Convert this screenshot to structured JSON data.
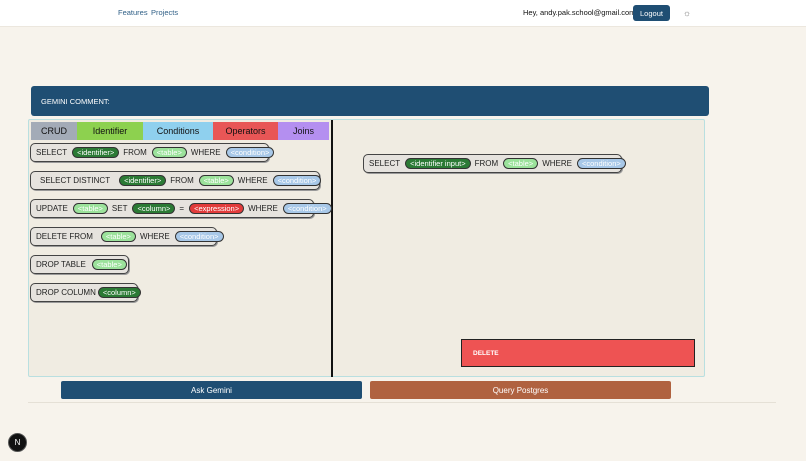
{
  "nav": {
    "features": "Features",
    "projects": "Projects",
    "greeting": "Hey, andy.pak.school@gmail.com!",
    "logout": "Logout",
    "theme_icon": "sun-icon"
  },
  "gemini": {
    "comment_label": "GEMINI COMMENT:"
  },
  "tabs": [
    {
      "label": "CRUD",
      "color": "#a3abb7"
    },
    {
      "label": "Identifier",
      "color": "#8dd14f"
    },
    {
      "label": "Conditions",
      "color": "#8fd0ee"
    },
    {
      "label": "Operators",
      "color": "#e85656"
    },
    {
      "label": "Joins",
      "color": "#b48ff0"
    }
  ],
  "blocks": {
    "select": {
      "kw1": "SELECT",
      "p1": "<identifier>",
      "kw2": "FROM",
      "p2": "<table>",
      "kw3": "WHERE",
      "p3": "<condition>"
    },
    "select_distinct": {
      "kw1": "SELECT DISTINCT",
      "p1": "<identifier>",
      "kw2": "FROM",
      "p2": "<table>",
      "kw3": "WHERE",
      "p3": "<condition>"
    },
    "update": {
      "kw1": "UPDATE",
      "p1": "<table>",
      "kw2": "SET",
      "p2": "<column>",
      "kw3": "=",
      "p3": "<expression>",
      "kw4": "WHERE",
      "p4": "<condition>"
    },
    "delete_from": {
      "kw1": "DELETE FROM",
      "p1": "<table>",
      "kw2": "WHERE",
      "p2": "<condition>"
    },
    "drop_table": {
      "kw1": "DROP TABLE",
      "p1": "<table>"
    },
    "drop_column": {
      "kw1": "DROP COLUMN",
      "p1": "<column>"
    }
  },
  "canvas_block": {
    "kw1": "SELECT",
    "p1": "<identifier input>",
    "kw2": "FROM",
    "p2": "<table>",
    "kw3": "WHERE",
    "p3": "<condition>"
  },
  "delete_zone": "DELETE",
  "actions": {
    "ask": "Ask Gemini",
    "query": "Query Postgres"
  },
  "badge": "N"
}
